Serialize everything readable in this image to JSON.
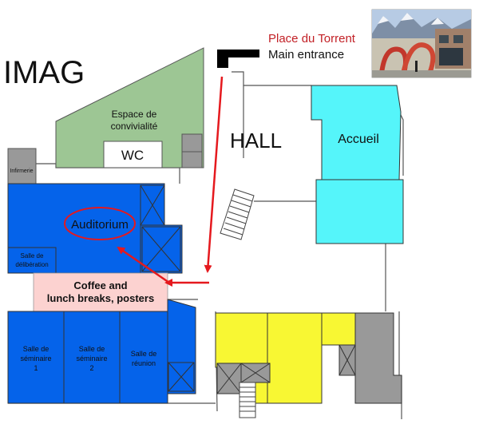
{
  "building_name": "IMAG",
  "entrance": {
    "place": "Place du Torrent",
    "label": "Main entrance"
  },
  "rooms": {
    "hall": "HALL",
    "espace_line1": "Espace de",
    "espace_line2": "convivialité",
    "wc": "WC",
    "infirmerie": "Infirmerie",
    "auditorium": "Auditorium",
    "deliberation_line1": "Salle de",
    "deliberation_line2": "délibération",
    "accueil": "Accueil",
    "coffee_line1": "Coffee and",
    "coffee_line2": "lunch breaks, posters",
    "seminaire1_line1": "Salle de",
    "seminaire1_line2": "séminaire",
    "seminaire1_line3": "1",
    "seminaire2_line1": "Salle de",
    "seminaire2_line2": "séminaire",
    "seminaire2_line3": "2",
    "reunion_line1": "Salle de",
    "reunion_line2": "réunion"
  },
  "colors": {
    "green": "#9dc694",
    "blue": "#0563ea",
    "cyan": "#55f5fa",
    "yellow": "#f8f733",
    "gray": "#999999",
    "pink": "#fcd2d0",
    "route": "#e5191e",
    "entrance_text": "#c22026"
  }
}
